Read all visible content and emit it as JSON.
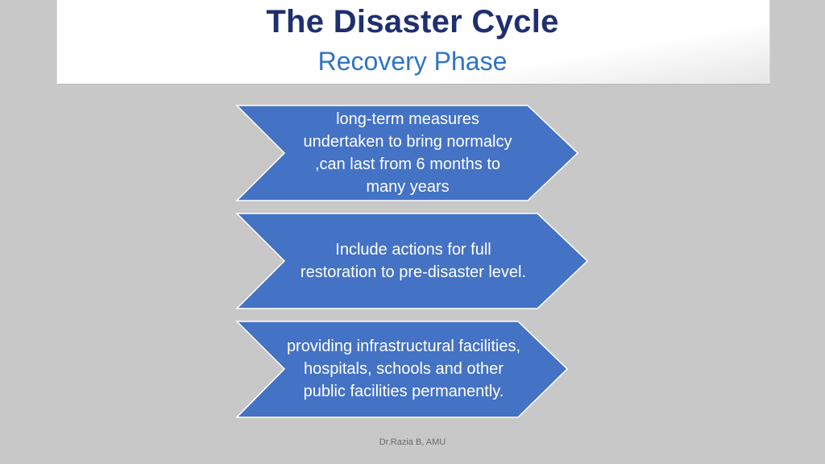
{
  "slide": {
    "title": "The Disaster Cycle",
    "subtitle": "Recovery Phase",
    "footer": "Dr.Razia B, AMU",
    "shape_color": "#4472c4",
    "shape_border": "#ffffff",
    "title_color": "#1f2f6e",
    "subtitle_color": "#2e74c4"
  },
  "steps": [
    {
      "text": "long-term measures undertaken to bring normalcy ,can last from 6 months to many years"
    },
    {
      "text": "Include actions  for full restoration to pre-disaster level."
    },
    {
      "text": "providing infrastructural facilities, hospitals, schools and other public facilities permanently."
    }
  ]
}
